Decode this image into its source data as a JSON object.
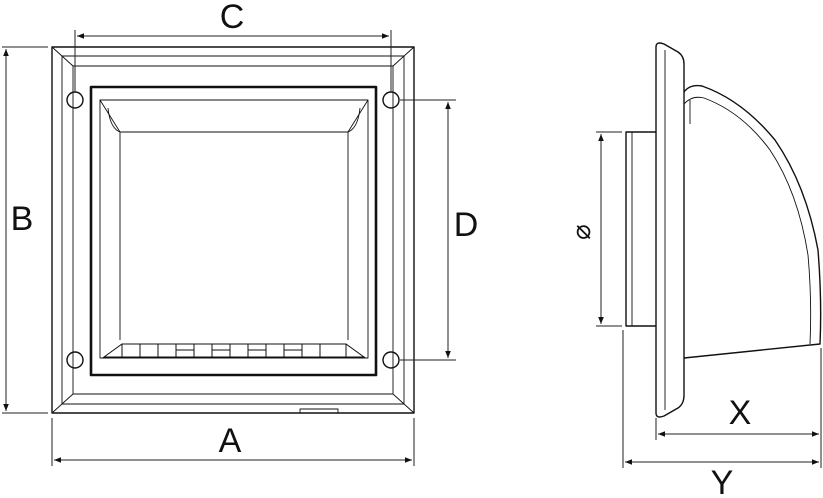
{
  "labels": {
    "a": "A",
    "b": "B",
    "c": "C",
    "d": "D",
    "diameter": "⌀",
    "x": "X",
    "y": "Y"
  },
  "colors": {
    "line": "#111111",
    "background": "#ffffff"
  }
}
